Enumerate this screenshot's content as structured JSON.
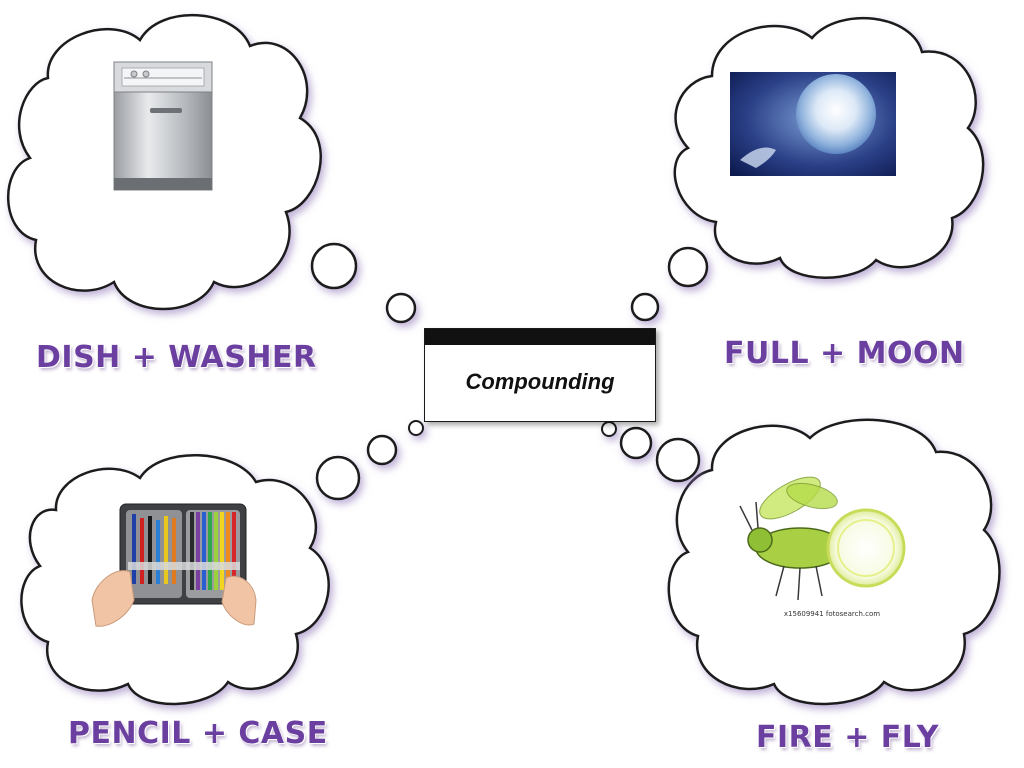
{
  "center": {
    "title": "Compounding"
  },
  "compounds": [
    {
      "label": "DISH + WASHER",
      "picture": "dishwasher-image"
    },
    {
      "label": "FULL + MOON",
      "picture": "full-moon-image"
    },
    {
      "label": "PENCIL + CASE",
      "picture": "pencil-case-image"
    },
    {
      "label": "FIRE + FLY",
      "picture": "firefly-image",
      "credit": "x15609941 fotosearch.com"
    }
  ],
  "colors": {
    "label_purple": "#6b3fa0",
    "cloud_outline": "#1a1a1a",
    "cloud_glow": "#b7a3d2"
  }
}
